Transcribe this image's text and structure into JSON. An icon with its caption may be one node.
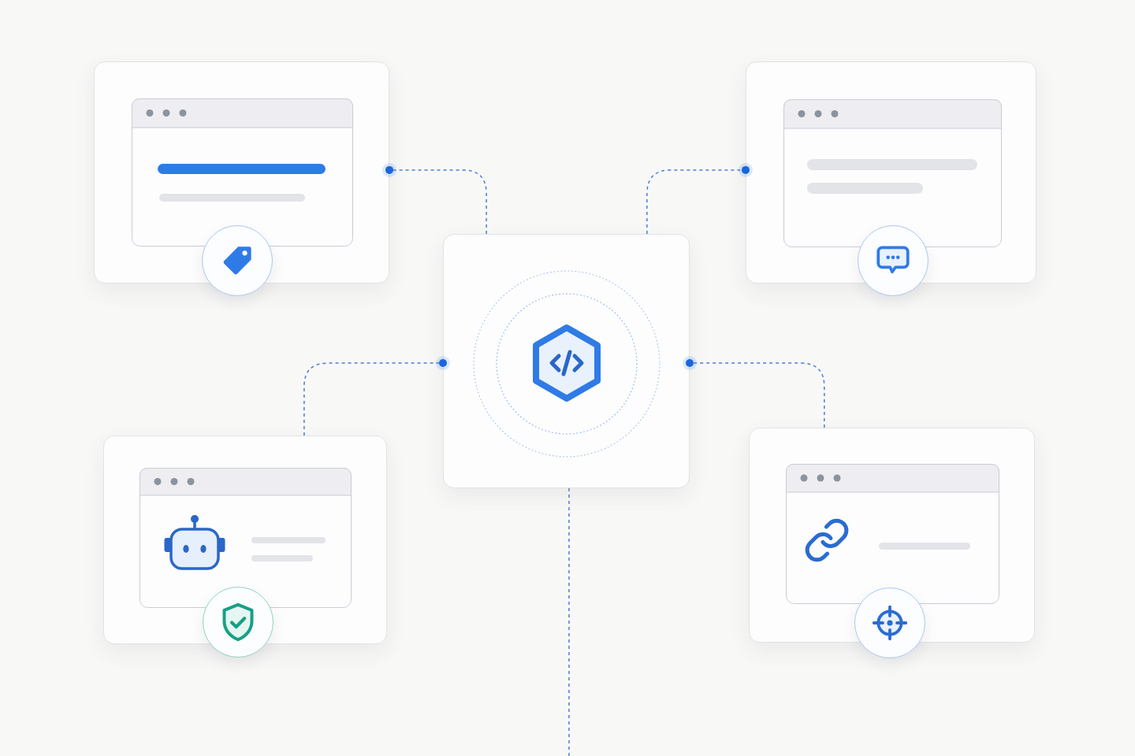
{
  "diagram": {
    "nodes": [
      {
        "text": [],
        "shape": "box"
      },
      {
        "text": [],
        "shape": "box"
      },
      {
        "text": [],
        "shape": "box"
      },
      {
        "text": [],
        "shape": "box"
      },
      {
        "text": [],
        "shape": "box"
      }
    ],
    "edges": [
      {
        "from": 0,
        "to": 1,
        "arrow": "other",
        "style": "dashed"
      },
      {
        "from": 0,
        "to": 2,
        "arrow": "other",
        "style": "dashed"
      },
      {
        "from": 3,
        "to": 0,
        "arrow": "other",
        "style": "dashed"
      },
      {
        "from": 4,
        "to": 0,
        "arrow": "other",
        "style": "dashed"
      },
      {
        "from": 0,
        "to": null,
        "arrow": "none",
        "style": "dashed"
      }
    ]
  }
}
